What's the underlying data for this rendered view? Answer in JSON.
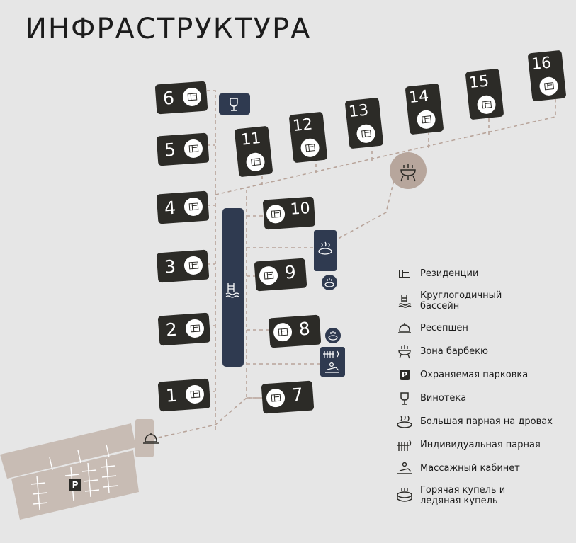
{
  "title": "ИНФРАСТРУКТУРА",
  "plots": [
    {
      "label": "1"
    },
    {
      "label": "2"
    },
    {
      "label": "3"
    },
    {
      "label": "4"
    },
    {
      "label": "5"
    },
    {
      "label": "6"
    },
    {
      "label": "7"
    },
    {
      "label": "8"
    },
    {
      "label": "9"
    },
    {
      "label": "10"
    },
    {
      "label": "11"
    },
    {
      "label": "12"
    },
    {
      "label": "13"
    },
    {
      "label": "14"
    },
    {
      "label": "15"
    },
    {
      "label": "16"
    }
  ],
  "parking_label": "P",
  "legend": [
    {
      "icon": "residence-icon",
      "text": "Резиденции"
    },
    {
      "icon": "pool-icon",
      "text": "Круглогодичный бассейн"
    },
    {
      "icon": "reception-bell-icon",
      "text": "Ресепшен"
    },
    {
      "icon": "barbecue-grill-icon",
      "text": "Зона барбекю"
    },
    {
      "icon": "parking-icon",
      "text": "Охраняемая парковка"
    },
    {
      "icon": "wine-glass-icon",
      "text": "Винотека"
    },
    {
      "icon": "wood-sauna-icon",
      "text": "Большая парная на дровах"
    },
    {
      "icon": "private-sauna-icon",
      "text": "Индивидуальная парная"
    },
    {
      "icon": "massage-icon",
      "text": "Массажный кабинет"
    },
    {
      "icon": "hot-tub-icon",
      "text": "Горячая купель и ледяная купель"
    }
  ],
  "colors": {
    "background": "#e6e6e6",
    "plot": "#2c2b27",
    "facility": "#2f3a50",
    "path": "#b8a49a",
    "parking_area": "#c8bcb4"
  }
}
